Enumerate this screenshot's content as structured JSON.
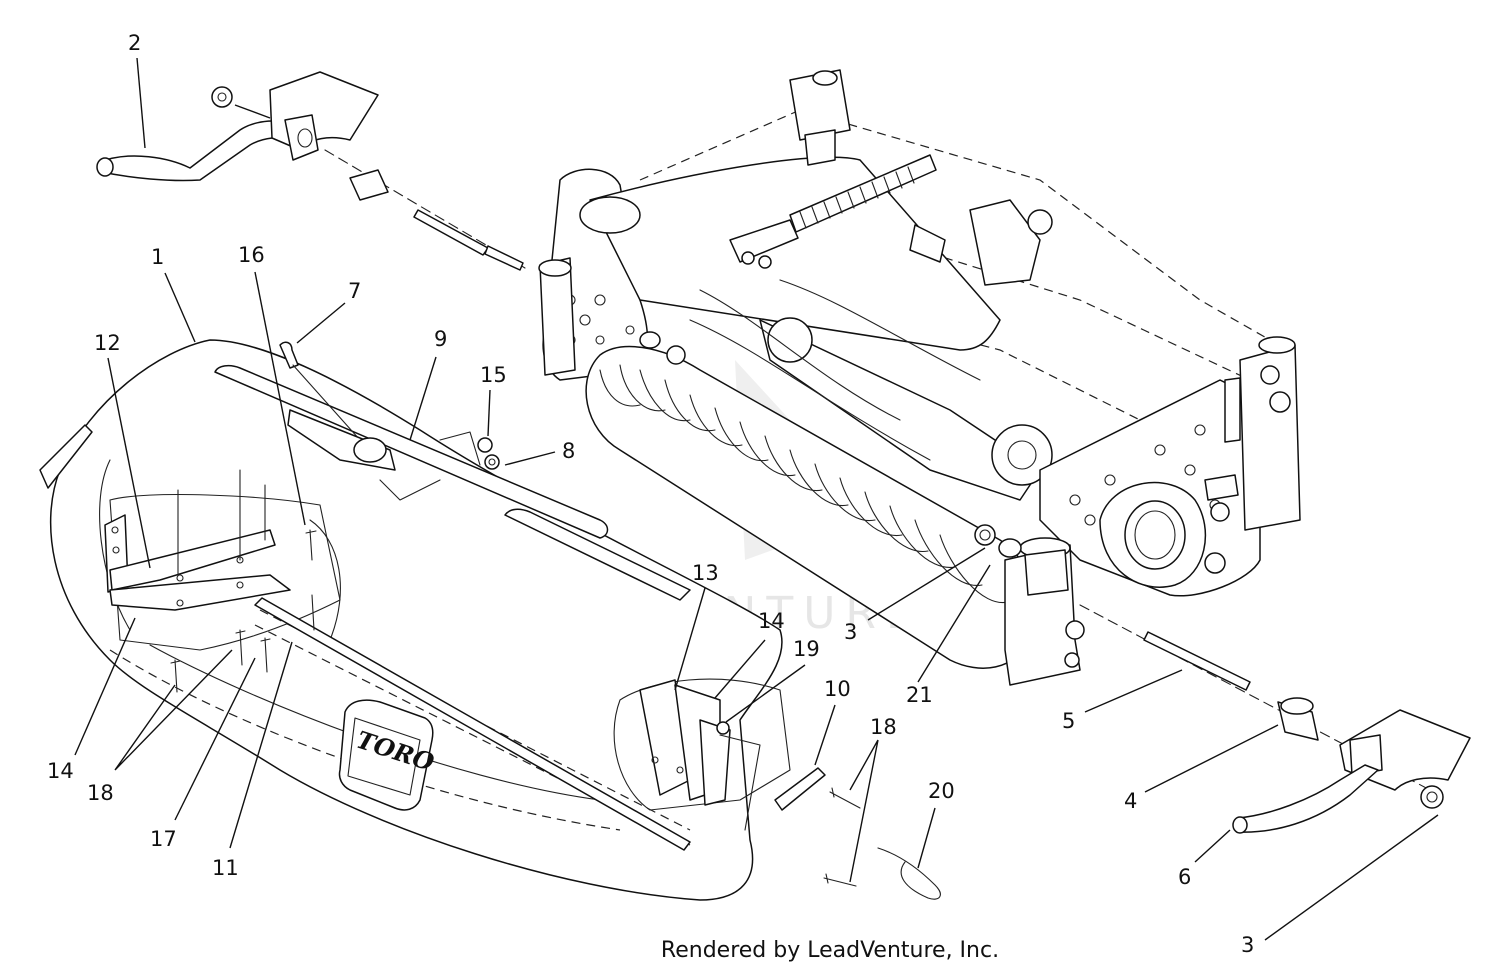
{
  "watermark": "LEADVENTURE",
  "brand_plate": "TORO",
  "footer": "Rendered by LeadVenture, Inc.",
  "callouts": [
    {
      "id": "c2",
      "text": "2"
    },
    {
      "id": "c1",
      "text": "1"
    },
    {
      "id": "c16",
      "text": "16"
    },
    {
      "id": "c7",
      "text": "7"
    },
    {
      "id": "c9",
      "text": "9"
    },
    {
      "id": "c12",
      "text": "12"
    },
    {
      "id": "c15",
      "text": "15"
    },
    {
      "id": "c8",
      "text": "8"
    },
    {
      "id": "c13",
      "text": "13"
    },
    {
      "id": "c14a",
      "text": "14"
    },
    {
      "id": "c19",
      "text": "19"
    },
    {
      "id": "c10",
      "text": "10"
    },
    {
      "id": "c18a",
      "text": "18"
    },
    {
      "id": "c3a",
      "text": "3"
    },
    {
      "id": "c21",
      "text": "21"
    },
    {
      "id": "c5",
      "text": "5"
    },
    {
      "id": "c4",
      "text": "4"
    },
    {
      "id": "c20",
      "text": "20"
    },
    {
      "id": "c6",
      "text": "6"
    },
    {
      "id": "c3b",
      "text": "3"
    },
    {
      "id": "c14b",
      "text": "14"
    },
    {
      "id": "c18b",
      "text": "18"
    },
    {
      "id": "c17",
      "text": "17"
    },
    {
      "id": "c11",
      "text": "11"
    }
  ]
}
